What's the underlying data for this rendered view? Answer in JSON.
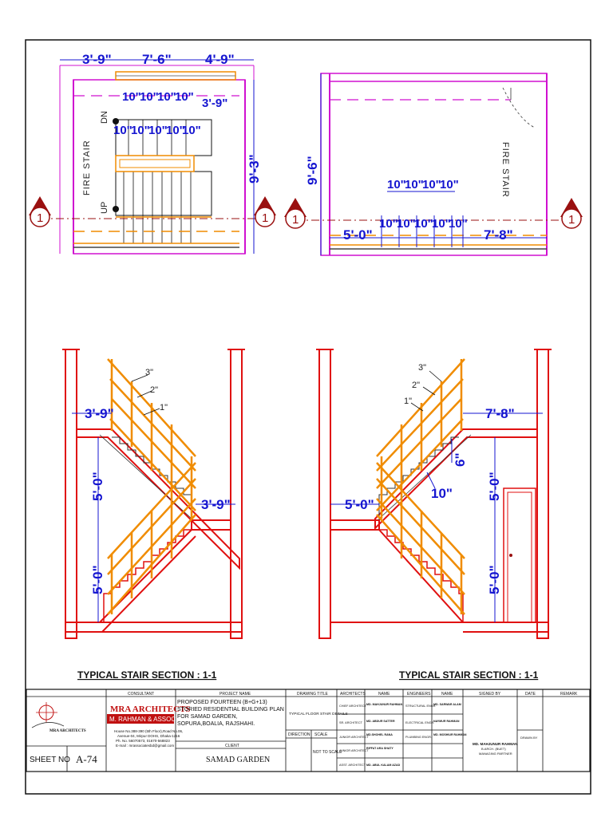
{
  "plan_left": {
    "dim_top": [
      "3'-9\"",
      "7'-6\"",
      "4'-9\""
    ],
    "dim_right": "9'-3\"",
    "tread_upper": [
      "10\"",
      "10\"",
      "10\"",
      "10\""
    ],
    "tread_upper_side": "3'-9\"",
    "tread_lower": [
      "10\"",
      "10\"",
      "10\"",
      "10\"",
      "10\""
    ],
    "label_dn": "DN",
    "label_up": "UP",
    "label_fire": "FIRE STAIR",
    "section_marker": "1"
  },
  "plan_right": {
    "dim_left": "9'-6\"",
    "tread_upper": [
      "10\"",
      "10\"",
      "10\"",
      "10\""
    ],
    "tread_lower": [
      "10\"",
      "10\"",
      "10\"",
      "10\"",
      "10\""
    ],
    "dim_bottom_left": "5'-0\"",
    "dim_bottom_right": "7'-8\"",
    "label_fire": "FIRE STAIR",
    "section_marker": "1"
  },
  "section_left": {
    "rail_3": "3\"",
    "rail_2": "2\"",
    "rail_1": "1\"",
    "landing_top": "3'-9\"",
    "landing_mid": "3'-9\"",
    "height_upper": "5'-0\"",
    "height_lower": "5'-0\"",
    "title": "TYPICAL STAIR SECTION : 1-1"
  },
  "section_right": {
    "rail_3": "3\"",
    "rail_2": "2\"",
    "rail_1": "1\"",
    "landing_top": "7'-8\"",
    "landing_mid": "5'-0\"",
    "riser": "6\"",
    "tread": "10\"",
    "height_upper": "5'-0\"",
    "height_lower": "5'-0\"",
    "title": "TYPICAL STAIR SECTION : 1-1"
  },
  "title_block": {
    "consultant_header": "CONSULTANT",
    "firm_name": "MRA ARCHITECTS",
    "firm_sub": "M. RAHMAN & ASSOCIATES",
    "address": [
      "House No.388-390 (5th Floor),Road No.06,",
      "Avenue-04, Mirpur DOHS, Dhaka-1216",
      "Ph. No. 56070573, 01670-568823",
      "E-mail : mrassociatesbd@gmail.com"
    ],
    "logo_caption": "MRA ARCHITECTS",
    "project_header": "PROJECT NAME",
    "project_name": "PROPOSED FOURTEEN (B+G+13) STORIED RESIDENTIAL BUILDING PLAN FOR SAMAD GARDEN, SOPURA,BOALIA, RAJSHAHI.",
    "client_header": "CLIENT",
    "client_name": "SAMAD GARDEN",
    "drawing_title_header": "DRAWING TITLE",
    "drawing_title": "TYPICAL FLOOR STAIR DETAILS",
    "direction_header": "DIRECTION",
    "scale_header": "SCALE",
    "scale_value": "NOT TO SCALE",
    "sheet_label": "SHEET NO",
    "sheet_no": "A-74",
    "col_architects": "ARCHITECTS",
    "col_name": "NAME",
    "col_engineers": "ENGINEERS",
    "col_name2": "NAME",
    "col_signed": "SIGNED BY",
    "col_date": "DATE",
    "col_remark": "REMARK",
    "architect_roles": [
      "CHIEF ARCHITECT",
      "SR. ARCHITECT",
      "JUNIOR ARCHITECT",
      "JUNIOR ARCHITECT",
      "ASST. ARCHITECT"
    ],
    "architect_names": [
      "MD. MAHJUNUR RAHMAN",
      "MD. ABDUR SATTER",
      "MD.SHOHEL RANA",
      "RIFFAT ARA SHATY",
      "MD. ABUL KALAM AZAD"
    ],
    "engineer_roles": [
      "STRUCTURAL ENGR.",
      "ELECTRICAL ENGR.",
      "PLUMBING ENGR."
    ],
    "engineer_names": [
      "MD. SARWAR ALAM",
      "NAYMUR RAHMAN",
      "MD. MOSHIUR RAHMAN"
    ],
    "signed_name": "MD. MAHJUNUR RAHMAN",
    "signed_line2": "B.ARCH. (BUET)",
    "signed_line3": "MANAGING PARTNER",
    "drawn_by": "DRAWN BY"
  },
  "colors": {
    "dimension": "#1515d0",
    "wall": "#e01010",
    "rail": "#f08c00",
    "magenta": "#d010d0",
    "marker": "#9a1010"
  }
}
